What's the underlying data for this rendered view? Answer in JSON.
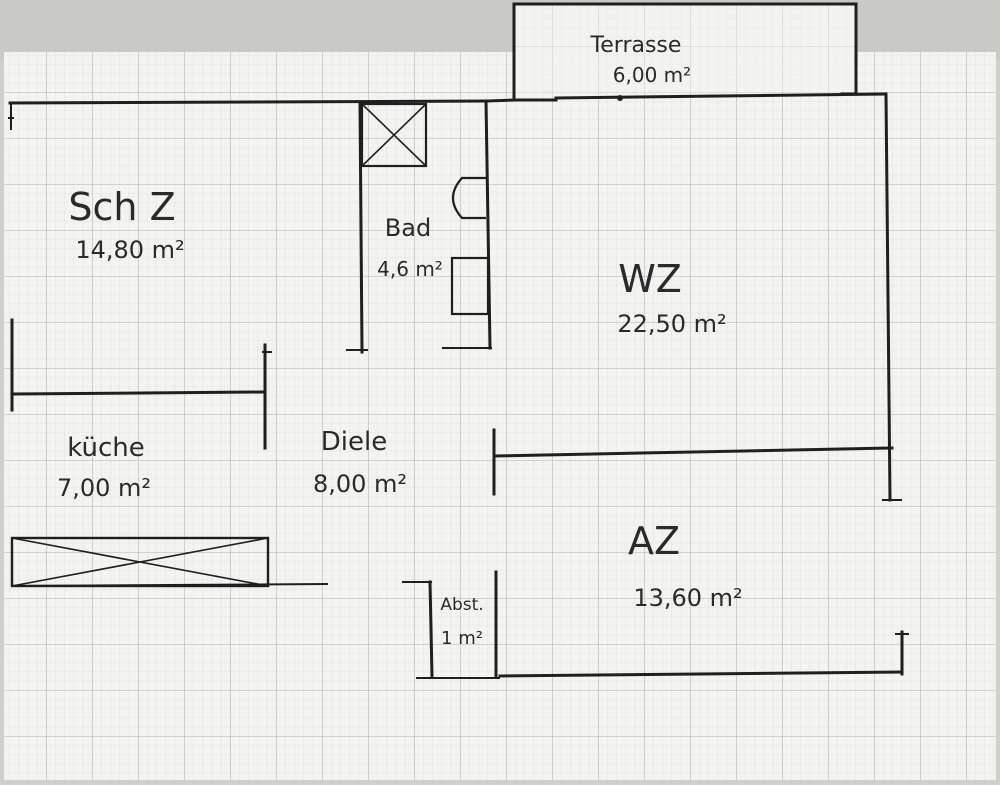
{
  "plan": {
    "rooms": [
      {
        "id": "terrasse",
        "name": "Terrasse",
        "area": "6,00 m²"
      },
      {
        "id": "schz",
        "name": "Sch Z",
        "area": "14,80 m²"
      },
      {
        "id": "bad",
        "name": "Bad",
        "area": "4,6 m²"
      },
      {
        "id": "wz",
        "name": "WZ",
        "area": "22,50 m²"
      },
      {
        "id": "kueche",
        "name": "küche",
        "area": "7,00 m²"
      },
      {
        "id": "diele",
        "name": "Diele",
        "area": "8,00 m²"
      },
      {
        "id": "az",
        "name": "AZ",
        "area": "13,60 m²"
      },
      {
        "id": "abst",
        "name": "Abst.",
        "area": "1 m²"
      }
    ]
  },
  "colors": {
    "paper": "#f2f2ef",
    "grid_minor": "#cfd6d6",
    "grid_major": "#a9b2b3",
    "ink": "#1f1f1f"
  }
}
